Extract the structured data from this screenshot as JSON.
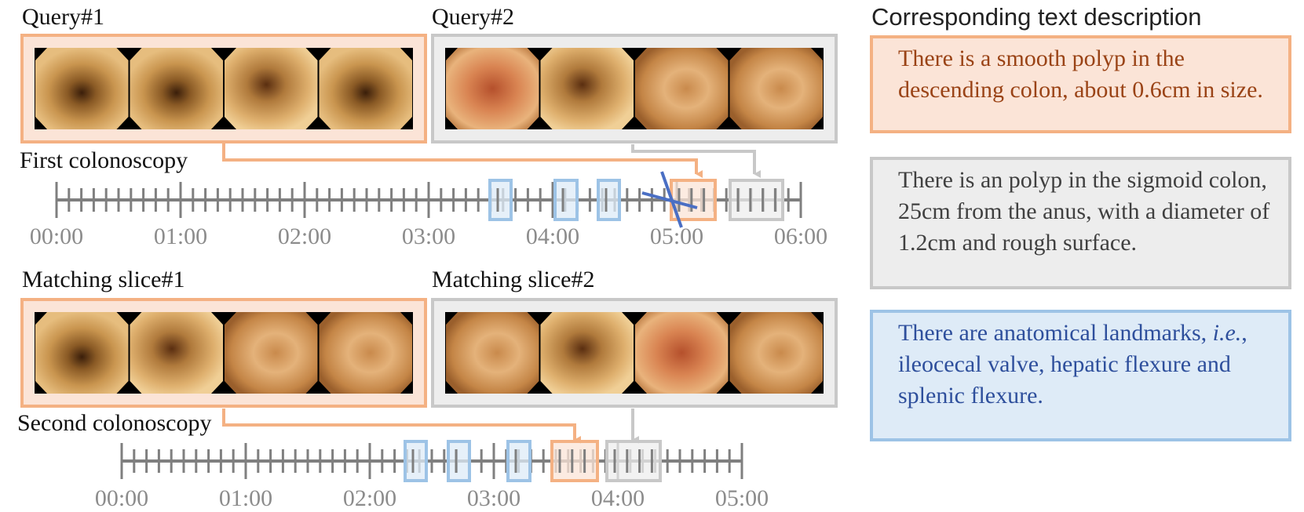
{
  "labels": {
    "query1": "Query#1",
    "query2": "Query#2",
    "first_colonoscopy": "First colonoscopy",
    "matching1": "Matching slice#1",
    "matching2": "Matching slice#2",
    "second_colonoscopy": "Second colonoscopy",
    "header": "Corresponding text description"
  },
  "descriptions": {
    "orange": "There is a smooth polyp in the descending colon, about 0.6cm in size.",
    "gray": "There is an polyp in the sigmoid colon, 25cm from the anus, with a diameter of 1.2cm and rough surface.",
    "blue_prefix": "There are anatomical landmarks,",
    "blue_italic": "i.e.",
    "blue_suffix": ", ileocecal valve, hepatic flexure and splenic flexure."
  },
  "timeline1_ticks": [
    "00:00",
    "01:00",
    "02:00",
    "03:00",
    "04:00",
    "05:00",
    "06:00"
  ],
  "timeline2_ticks": [
    "00:00",
    "01:00",
    "02:00",
    "03:00",
    "04:00",
    "05:00"
  ],
  "colors": {
    "orange": "#f4b183",
    "orange_fill": "#fbe4d7",
    "gray": "#c8c8c8",
    "gray_fill": "#ededed",
    "blue": "#9dc3e6",
    "blue_fill": "#deebf7",
    "cross": "#4a6fc4",
    "axis": "#7f7f7f"
  }
}
